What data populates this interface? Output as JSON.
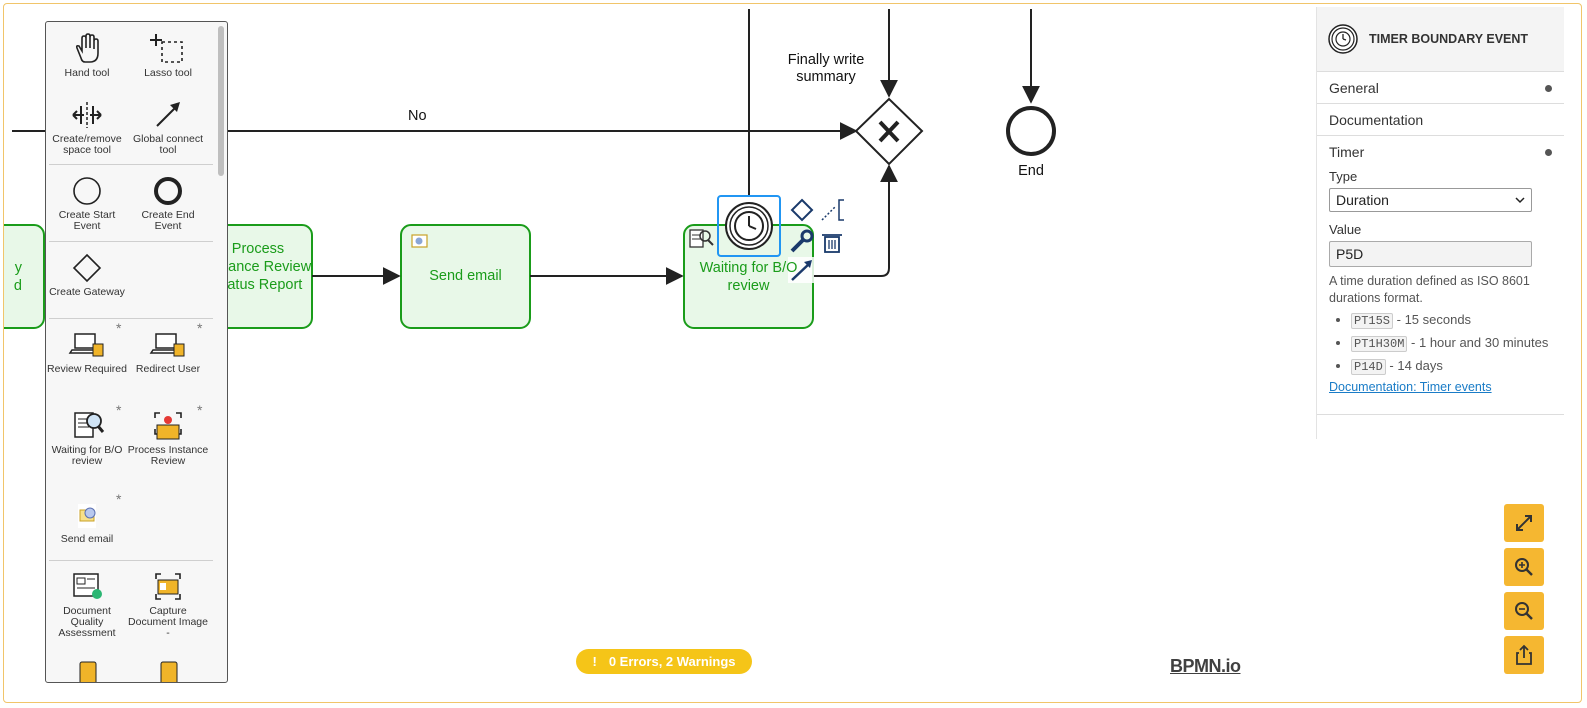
{
  "diagram": {
    "edge_label_no": "No",
    "gateway_label": "Finally write summary",
    "end_event_label": "End",
    "tasks": [
      {
        "label": "Process Instance Review Status Report"
      },
      {
        "label": "Send email"
      },
      {
        "label": "Waiting for B/O review"
      }
    ],
    "partial_left_label": "y\nd"
  },
  "palette": {
    "tools": [
      {
        "label": "Hand tool",
        "icon": "hand-icon"
      },
      {
        "label": "Lasso tool",
        "icon": "lasso-icon"
      },
      {
        "label": "Create/remove space tool",
        "icon": "space-tool-icon"
      },
      {
        "label": "Global connect tool",
        "icon": "connect-icon"
      },
      {
        "label": "Create Start Event",
        "icon": "start-event-icon"
      },
      {
        "label": "Create End Event",
        "icon": "end-event-icon"
      },
      {
        "label": "Create Gateway",
        "icon": "gateway-icon"
      },
      {
        "label": "Review Required",
        "icon": "laptop-icon"
      },
      {
        "label": "Redirect User",
        "icon": "laptop-icon"
      },
      {
        "label": "Waiting for B/O review",
        "icon": "document-search-icon"
      },
      {
        "label": "Process Instance Review",
        "icon": "scan-icon"
      },
      {
        "label": "Send email",
        "icon": "email-icon"
      },
      {
        "label": "Document Quality Assessment",
        "icon": "document-check-icon"
      },
      {
        "label": "Capture Document Image -",
        "icon": "id-card-icon"
      }
    ],
    "star": "*"
  },
  "properties": {
    "title": "TIMER BOUNDARY EVENT",
    "groups": {
      "general": "General",
      "documentation": "Documentation",
      "timer": "Timer"
    },
    "type_label": "Type",
    "type_value": "Duration",
    "value_label": "Value",
    "value": "P5D",
    "help_text": "A time duration defined as ISO 8601 durations format.",
    "examples": [
      {
        "code": "PT15S",
        "text": " - 15 seconds"
      },
      {
        "code": "PT1H30M",
        "text": " - 1 hour and 30 minutes"
      },
      {
        "code": "P14D",
        "text": " - 14 days"
      }
    ],
    "doc_link": "Documentation: Timer events"
  },
  "status_bar": {
    "text": "0 Errors, 2 Warnings",
    "icon": "!"
  },
  "branding": {
    "logo": "BPMN.io"
  },
  "controls": [
    {
      "name": "fullscreen-button",
      "icon": "expand-icon"
    },
    {
      "name": "zoom-in-button",
      "icon": "zoom-in-icon"
    },
    {
      "name": "zoom-out-button",
      "icon": "zoom-out-icon"
    },
    {
      "name": "export-button",
      "icon": "share-icon"
    }
  ],
  "colors": {
    "task_stroke": "#1a9c1a",
    "task_fill": "#e8f8e8",
    "selection": "#2196f3",
    "accent": "#f5b731"
  }
}
